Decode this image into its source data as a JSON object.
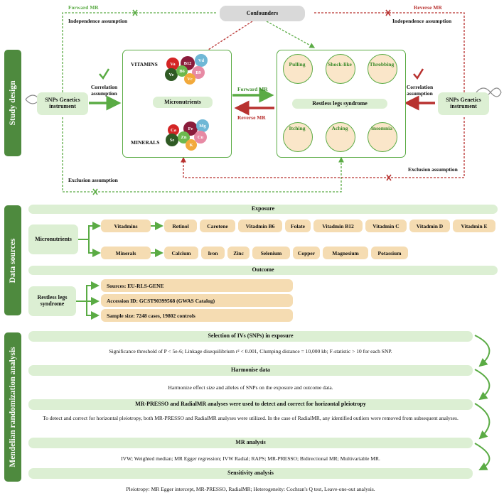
{
  "study_design": {
    "side_label": "Study design",
    "confounders": "Confounders",
    "forward_mr_top": "Forward MR",
    "reverse_mr_top": "Reverse MR",
    "independence_left": "Independence assumption",
    "independence_right": "Independence assumption",
    "correlation_left": "Correlation assumption",
    "correlation_right": "Correlation assumption",
    "exclusion_left": "Exclusion assumption",
    "exclusion_right": "Exclusion assumption",
    "snps_left": "SNPs Genetics instrument",
    "snps_right": "SNPs Genetics instrument",
    "vitamins_label": "VITAMINS",
    "minerals_label": "MINERALS",
    "micronutrients": "Micronutrients",
    "forward_mr_mid": "Forward MR",
    "reverse_mr_mid": "Reverse MR",
    "rls": "Restless legs syndrome",
    "vitamin_balls": [
      "Va",
      "B12",
      "Vd",
      "Ve",
      "B6",
      "B9",
      "Vc"
    ],
    "mineral_balls": [
      "Ca",
      "Fe",
      "Mg",
      "Se",
      "Zn",
      "Cu",
      "K"
    ],
    "symptoms": [
      "Pulling",
      "Shock-like",
      "Throbbing",
      "Itching",
      "Aching",
      "Insomnia"
    ]
  },
  "data_sources": {
    "side_label": "Data sources",
    "exposure": "Exposure",
    "micronutrients": "Micronutrients",
    "vitamins_header": "Vitadmins",
    "vitamins": [
      "Retinol",
      "Carotene",
      "Vitadmin B6",
      "Folate",
      "Vitadmin B12",
      "Vitadmin C",
      "Vitadmin D",
      "Vitadmin E"
    ],
    "minerals_header": "Minerals",
    "minerals": [
      "Calcium",
      "Iron",
      "Zinc",
      "Selenium",
      "Copper",
      "Magnesium",
      "Potassium"
    ],
    "outcome": "Outcome",
    "rls": "Restless legs syndrome",
    "outcome_items": [
      "Sources: EU-RLS-GENE",
      "Accession ID: GCST90399568 (GWAS Catalog)",
      "Sample size: 7248 cases, 19802 controls"
    ]
  },
  "mr_analysis": {
    "side_label": "Mendelian randomization analysis",
    "steps": [
      {
        "title": "Selection of IVs (SNPs) in exposure",
        "text": "Significance threshold of P < 5e-6; Linkage disequilibrium r² < 0.001, Clumping distance = 10,000 kb; F-statistic > 10 for each SNP."
      },
      {
        "title": "Harmonise data",
        "text": "Harmonize effect size and alleles of SNPs on the exposure and outcome data."
      },
      {
        "title": "MR-PRESSO and RadialMR analyses were used to detect and correct for horizontal pleiotropy",
        "text": "To detect and correct for horizontal pleiotropy, both MR-PRESSO and RadialMR analyses were utilized. In the case of RadialMR, any identified outliers were removed from subsequent analyses."
      },
      {
        "title": "MR analysis",
        "text": "IVW; Weighted median; MR Egger regression; IVW Radial; RAPS; MR-PRESSO; Bidirectional MR; Multivariable MR."
      },
      {
        "title": "Sensitivity analysis",
        "text": "Pleiotropy: MR Egger intercept, MR-PRESSO, RadialMR; Heterogeneity: Cochran's Q test, Leave-one-out analysis."
      }
    ]
  },
  "colors": {
    "green": "#4e8a3e",
    "light_green": "#dcefd3",
    "tan": "#f5dcb2",
    "red": "#b8312f"
  }
}
